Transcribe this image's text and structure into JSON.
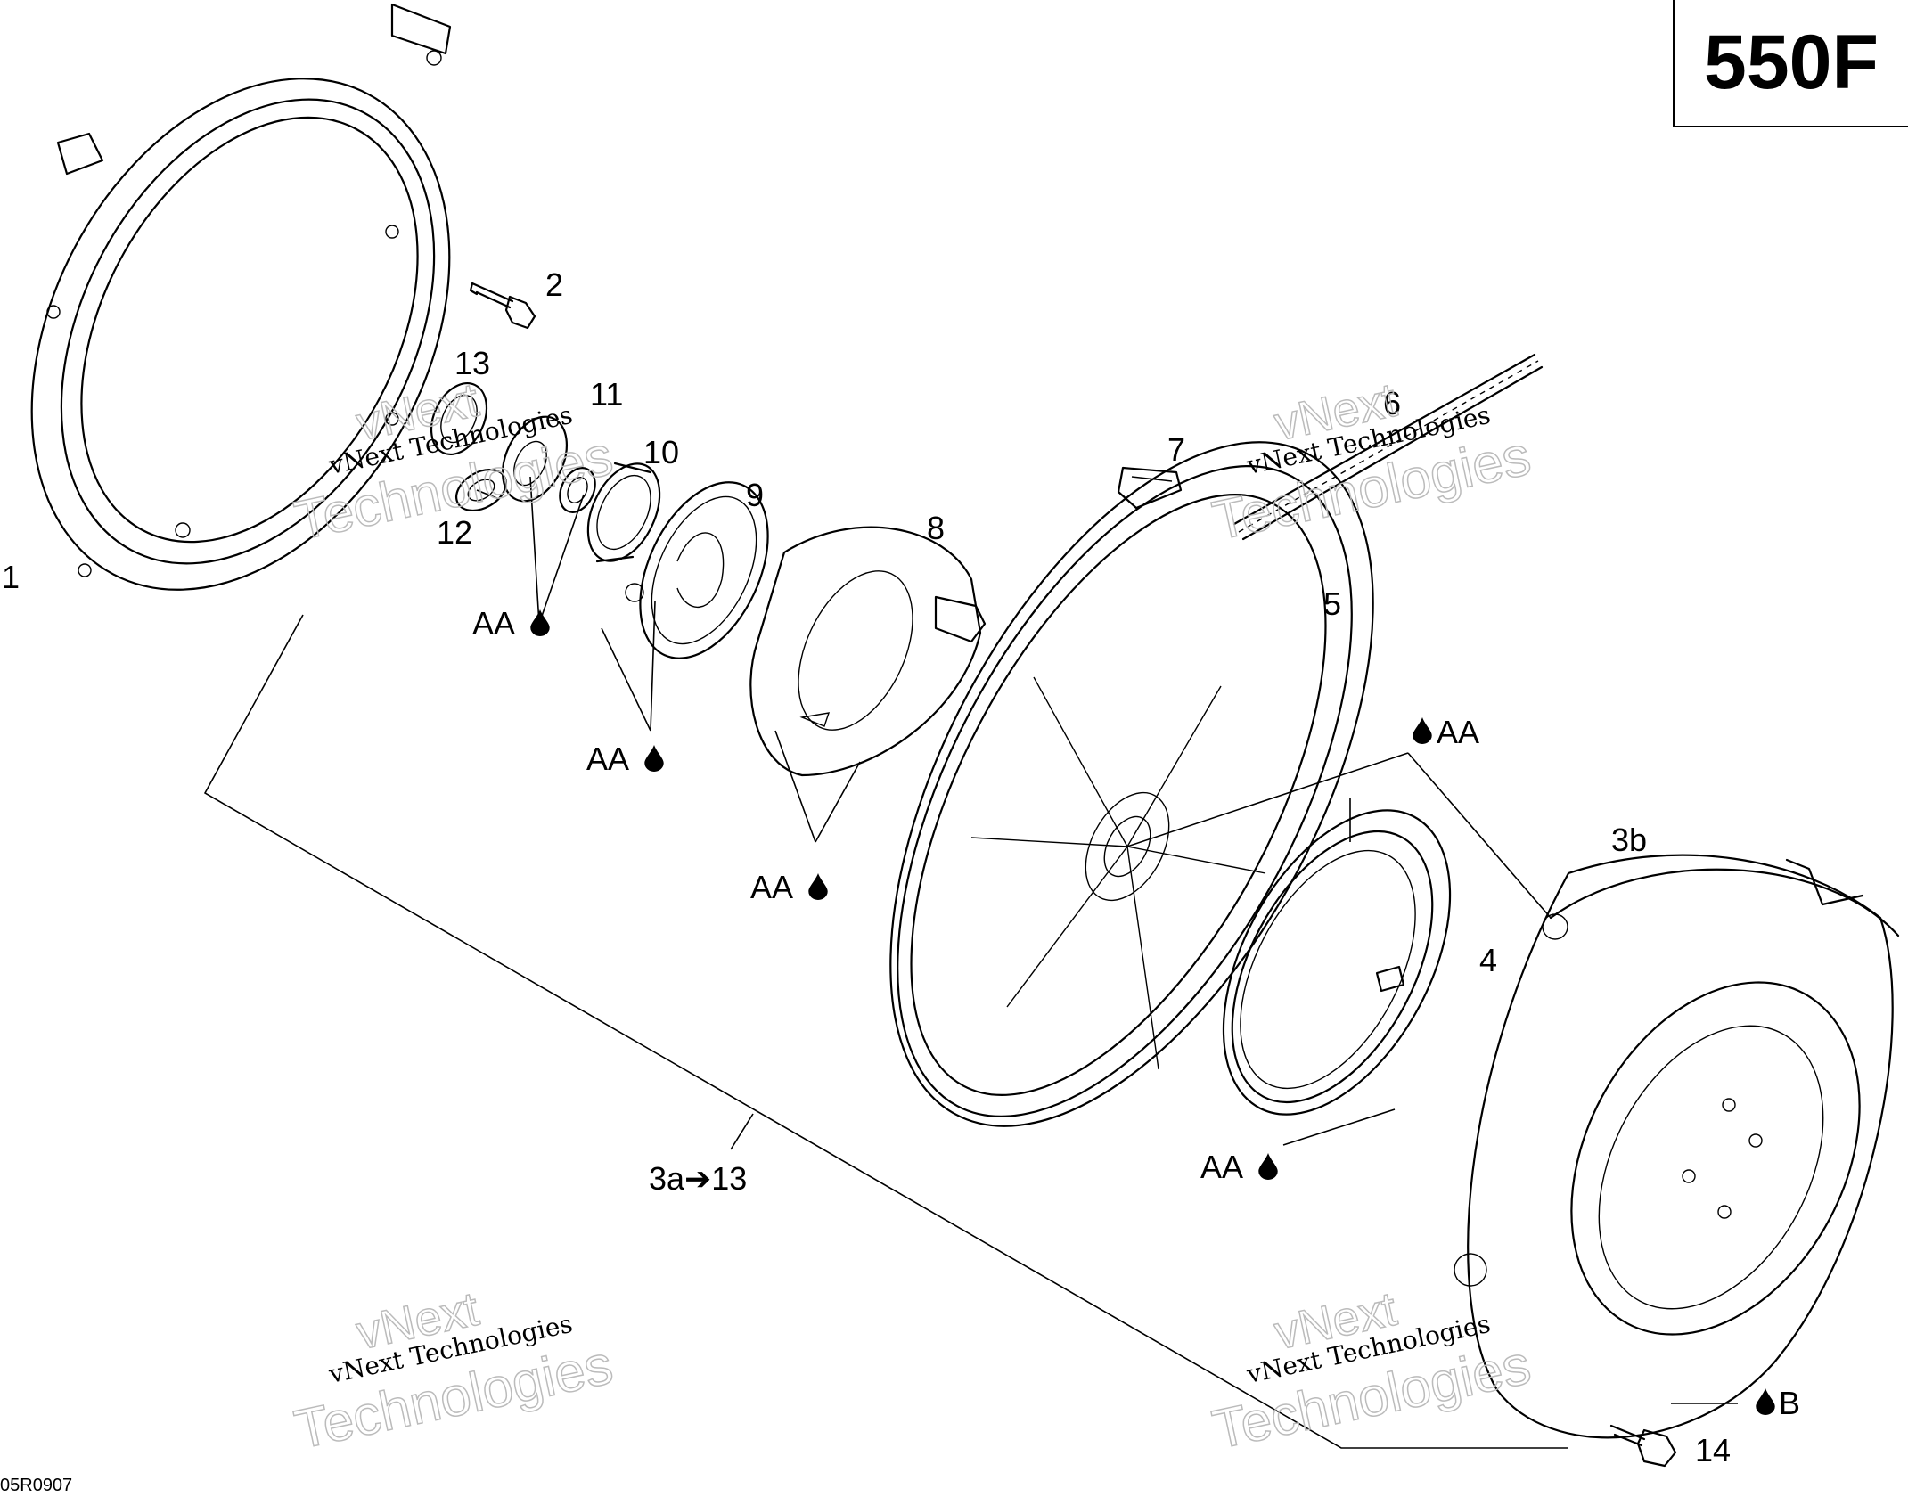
{
  "model_code": "550F",
  "reference_code": "05R0907",
  "watermarks": [
    {
      "line1": "vNext Technologies",
      "line2": "vNext",
      "line3": "Technologies"
    },
    {
      "line1": "vNext Technologies",
      "line2": "vNext",
      "line3": "Technologies"
    },
    {
      "line1": "vNext Technologies",
      "line2": "vNext",
      "line3": "Technologies"
    },
    {
      "line1": "vNext Technologies",
      "line2": "vNext",
      "line3": "Technologies"
    }
  ],
  "callouts": {
    "p1": "1",
    "p2": "2",
    "p3a": "3a➔13",
    "p3b": "3b",
    "p4": "4",
    "p5": "5",
    "p6": "6",
    "p7": "7",
    "p8": "8",
    "p9": "9",
    "p10": "10",
    "p11": "11",
    "p12": "12",
    "p13": "13",
    "p14": "14"
  },
  "lubricants": {
    "aa_1": "AA",
    "aa_2": "AA",
    "aa_3": "AA",
    "aa_4": "AA",
    "aa_5": "AA",
    "b_1": "B"
  }
}
